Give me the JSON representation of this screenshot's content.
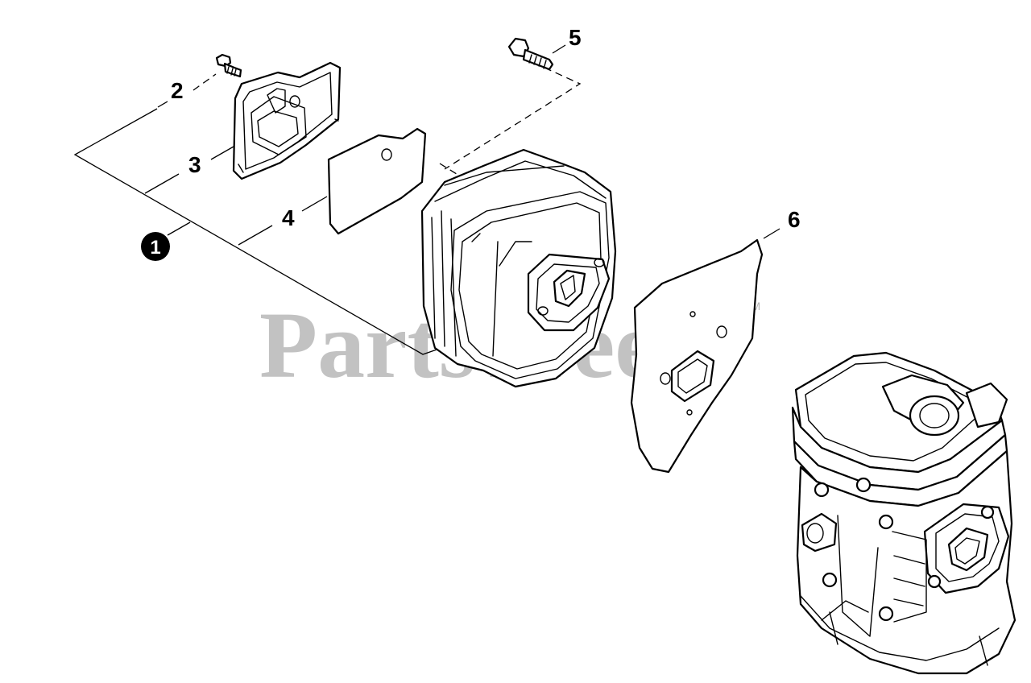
{
  "callouts": {
    "c1": "1",
    "c2": "2",
    "c3": "3",
    "c4": "4",
    "c5": "5",
    "c6": "6"
  },
  "watermark": {
    "text": "PartsTree",
    "trademark": "TM"
  },
  "colors": {
    "line": "#000000",
    "background": "#ffffff",
    "watermark": "#b4b4b4"
  }
}
